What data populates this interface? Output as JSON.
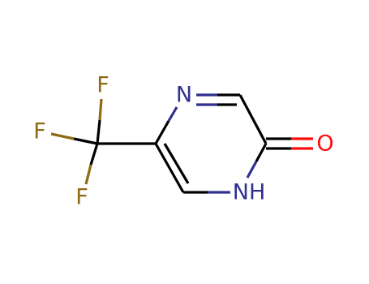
{
  "molecule": {
    "atoms": {
      "n_top": "N",
      "nh": "NH",
      "o": "O",
      "f_top": "F",
      "f_left": "F",
      "f_bottom": "F"
    },
    "colors": {
      "carbon_bond": "#000000",
      "nitrogen": "#30308F",
      "oxygen": "#FF0D0D",
      "fluorine": "#8F6A14"
    }
  }
}
